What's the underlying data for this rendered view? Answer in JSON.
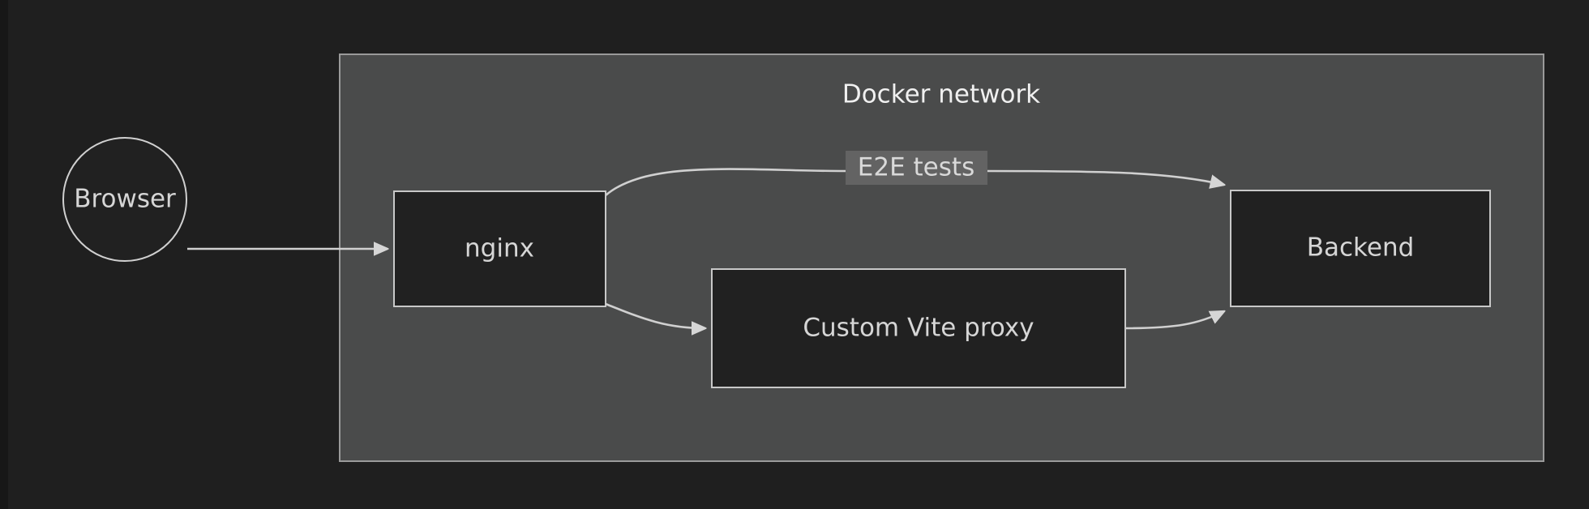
{
  "diagram": {
    "type": "flowchart",
    "title_visible": false,
    "theme": {
      "page_background": "#1f1f1f",
      "gutter": "#171717",
      "cluster_fill": "#4a4b4b",
      "cluster_stroke": "#9a9a9a",
      "node_fill": "#212121",
      "node_stroke": "#c8c8c8",
      "edge_stroke": "#d0d0d0",
      "label_text": "#d6d6d6",
      "edge_label_background": "#636363"
    },
    "clusters": [
      {
        "id": "docker-network",
        "label": "Docker network"
      }
    ],
    "nodes": [
      {
        "id": "browser",
        "label": "Browser",
        "shape": "circle",
        "cluster": null
      },
      {
        "id": "nginx",
        "label": "nginx",
        "shape": "rect",
        "cluster": "docker-network"
      },
      {
        "id": "vite-proxy",
        "label": "Custom Vite proxy",
        "shape": "rect",
        "cluster": "docker-network"
      },
      {
        "id": "backend",
        "label": "Backend",
        "shape": "rect",
        "cluster": "docker-network"
      }
    ],
    "edges": [
      {
        "id": "browser-to-nginx",
        "from": "browser",
        "to": "nginx",
        "label": "",
        "arrow": "end"
      },
      {
        "id": "nginx-to-backend",
        "from": "nginx",
        "to": "backend",
        "label": "E2E tests",
        "arrow": "end"
      },
      {
        "id": "nginx-to-vite",
        "from": "nginx",
        "to": "vite-proxy",
        "label": "",
        "arrow": "end"
      },
      {
        "id": "vite-to-backend",
        "from": "vite-proxy",
        "to": "backend",
        "label": "",
        "arrow": "end"
      }
    ]
  }
}
